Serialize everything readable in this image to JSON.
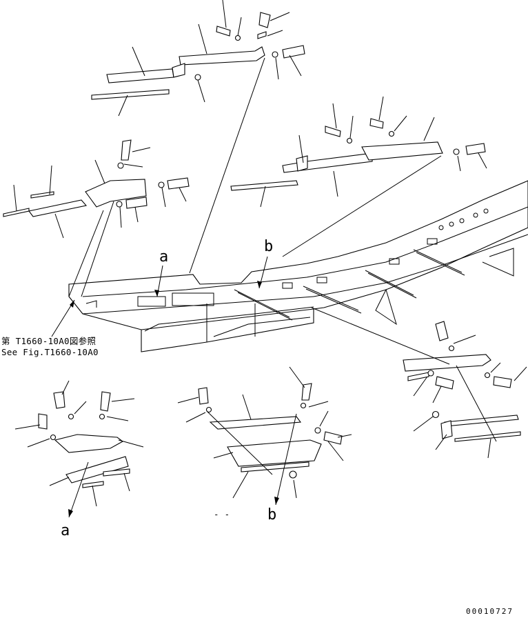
{
  "callouts": {
    "a_top": "a",
    "b_top": "b",
    "a_bottom": "a",
    "b_bottom": "b",
    "mark": "- -"
  },
  "reference": {
    "line1": "第 T1660-10A0図参照",
    "line2": "See Fig.T1660-10A0"
  },
  "drawing_number": "00010727"
}
